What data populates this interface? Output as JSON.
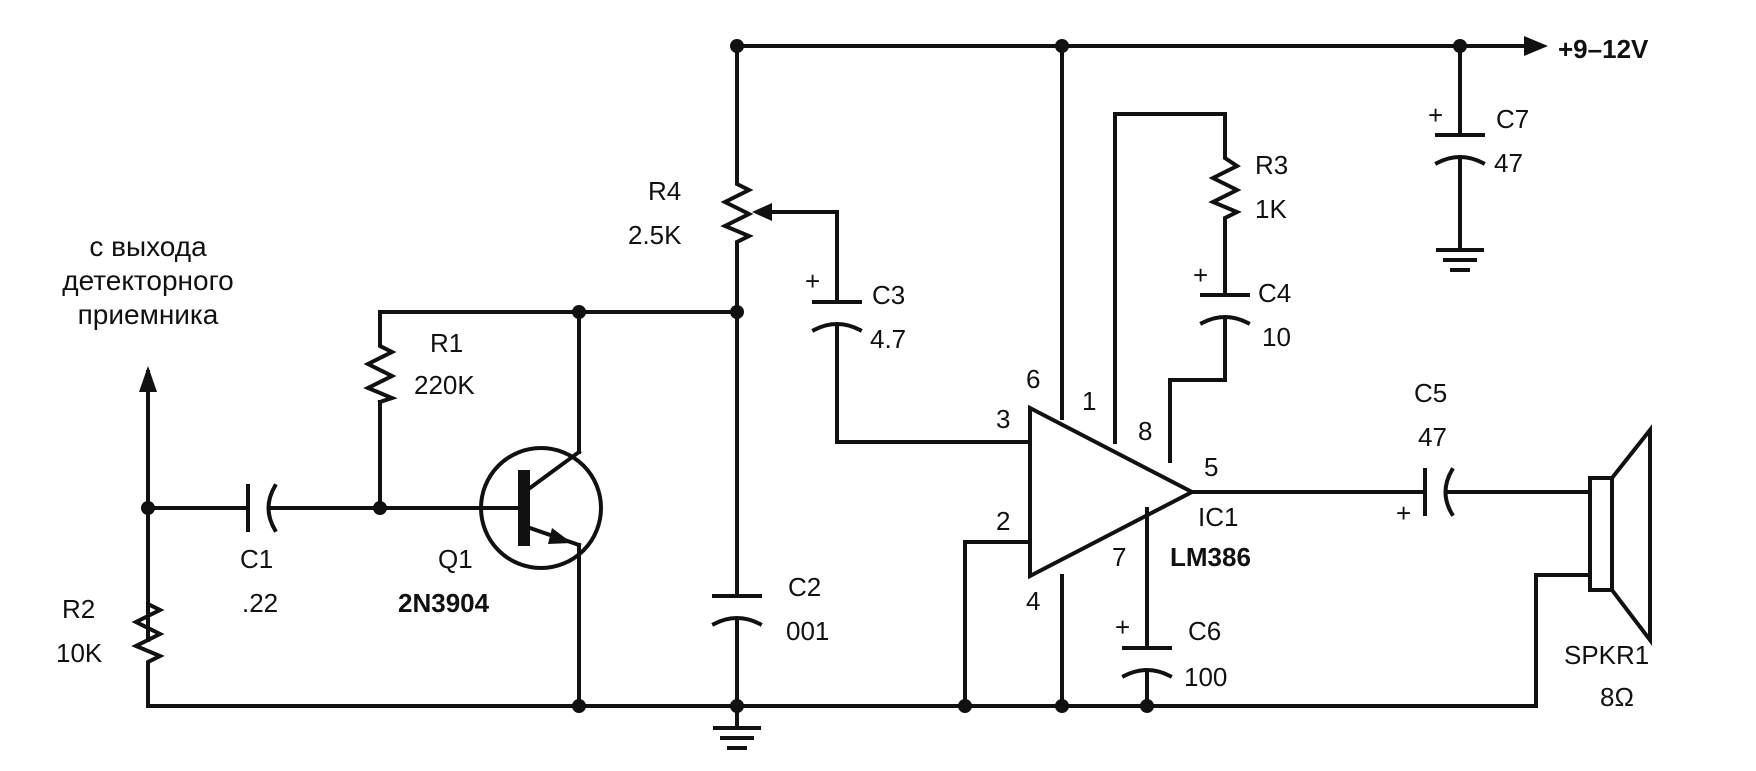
{
  "supply": {
    "label": "+9–12V"
  },
  "input": {
    "lines": [
      "с выхода",
      "детекторного",
      "приемника"
    ]
  },
  "components": {
    "r1": {
      "ref": "R1",
      "value": "220K"
    },
    "r2": {
      "ref": "R2",
      "value": "10K"
    },
    "r3": {
      "ref": "R3",
      "value": "1K"
    },
    "r4": {
      "ref": "R4",
      "value": "2.5K"
    },
    "c1": {
      "ref": "C1",
      "value": ".22"
    },
    "c2": {
      "ref": "C2",
      "value": "001"
    },
    "c3": {
      "ref": "C3",
      "value": "4.7"
    },
    "c4": {
      "ref": "C4",
      "value": "10"
    },
    "c5": {
      "ref": "C5",
      "value": "47"
    },
    "c6": {
      "ref": "C6",
      "value": "100"
    },
    "c7": {
      "ref": "C7",
      "value": "47"
    },
    "q1": {
      "ref": "Q1",
      "value": "2N3904"
    },
    "ic1": {
      "ref": "IC1",
      "value": "LM386"
    },
    "spkr1": {
      "ref": "SPKR1",
      "value": "8Ω"
    }
  },
  "pins": {
    "p1": "1",
    "p2": "2",
    "p3": "3",
    "p4": "4",
    "p5": "5",
    "p6": "6",
    "p7": "7",
    "p8": "8"
  },
  "polarity": {
    "plus": "+"
  }
}
